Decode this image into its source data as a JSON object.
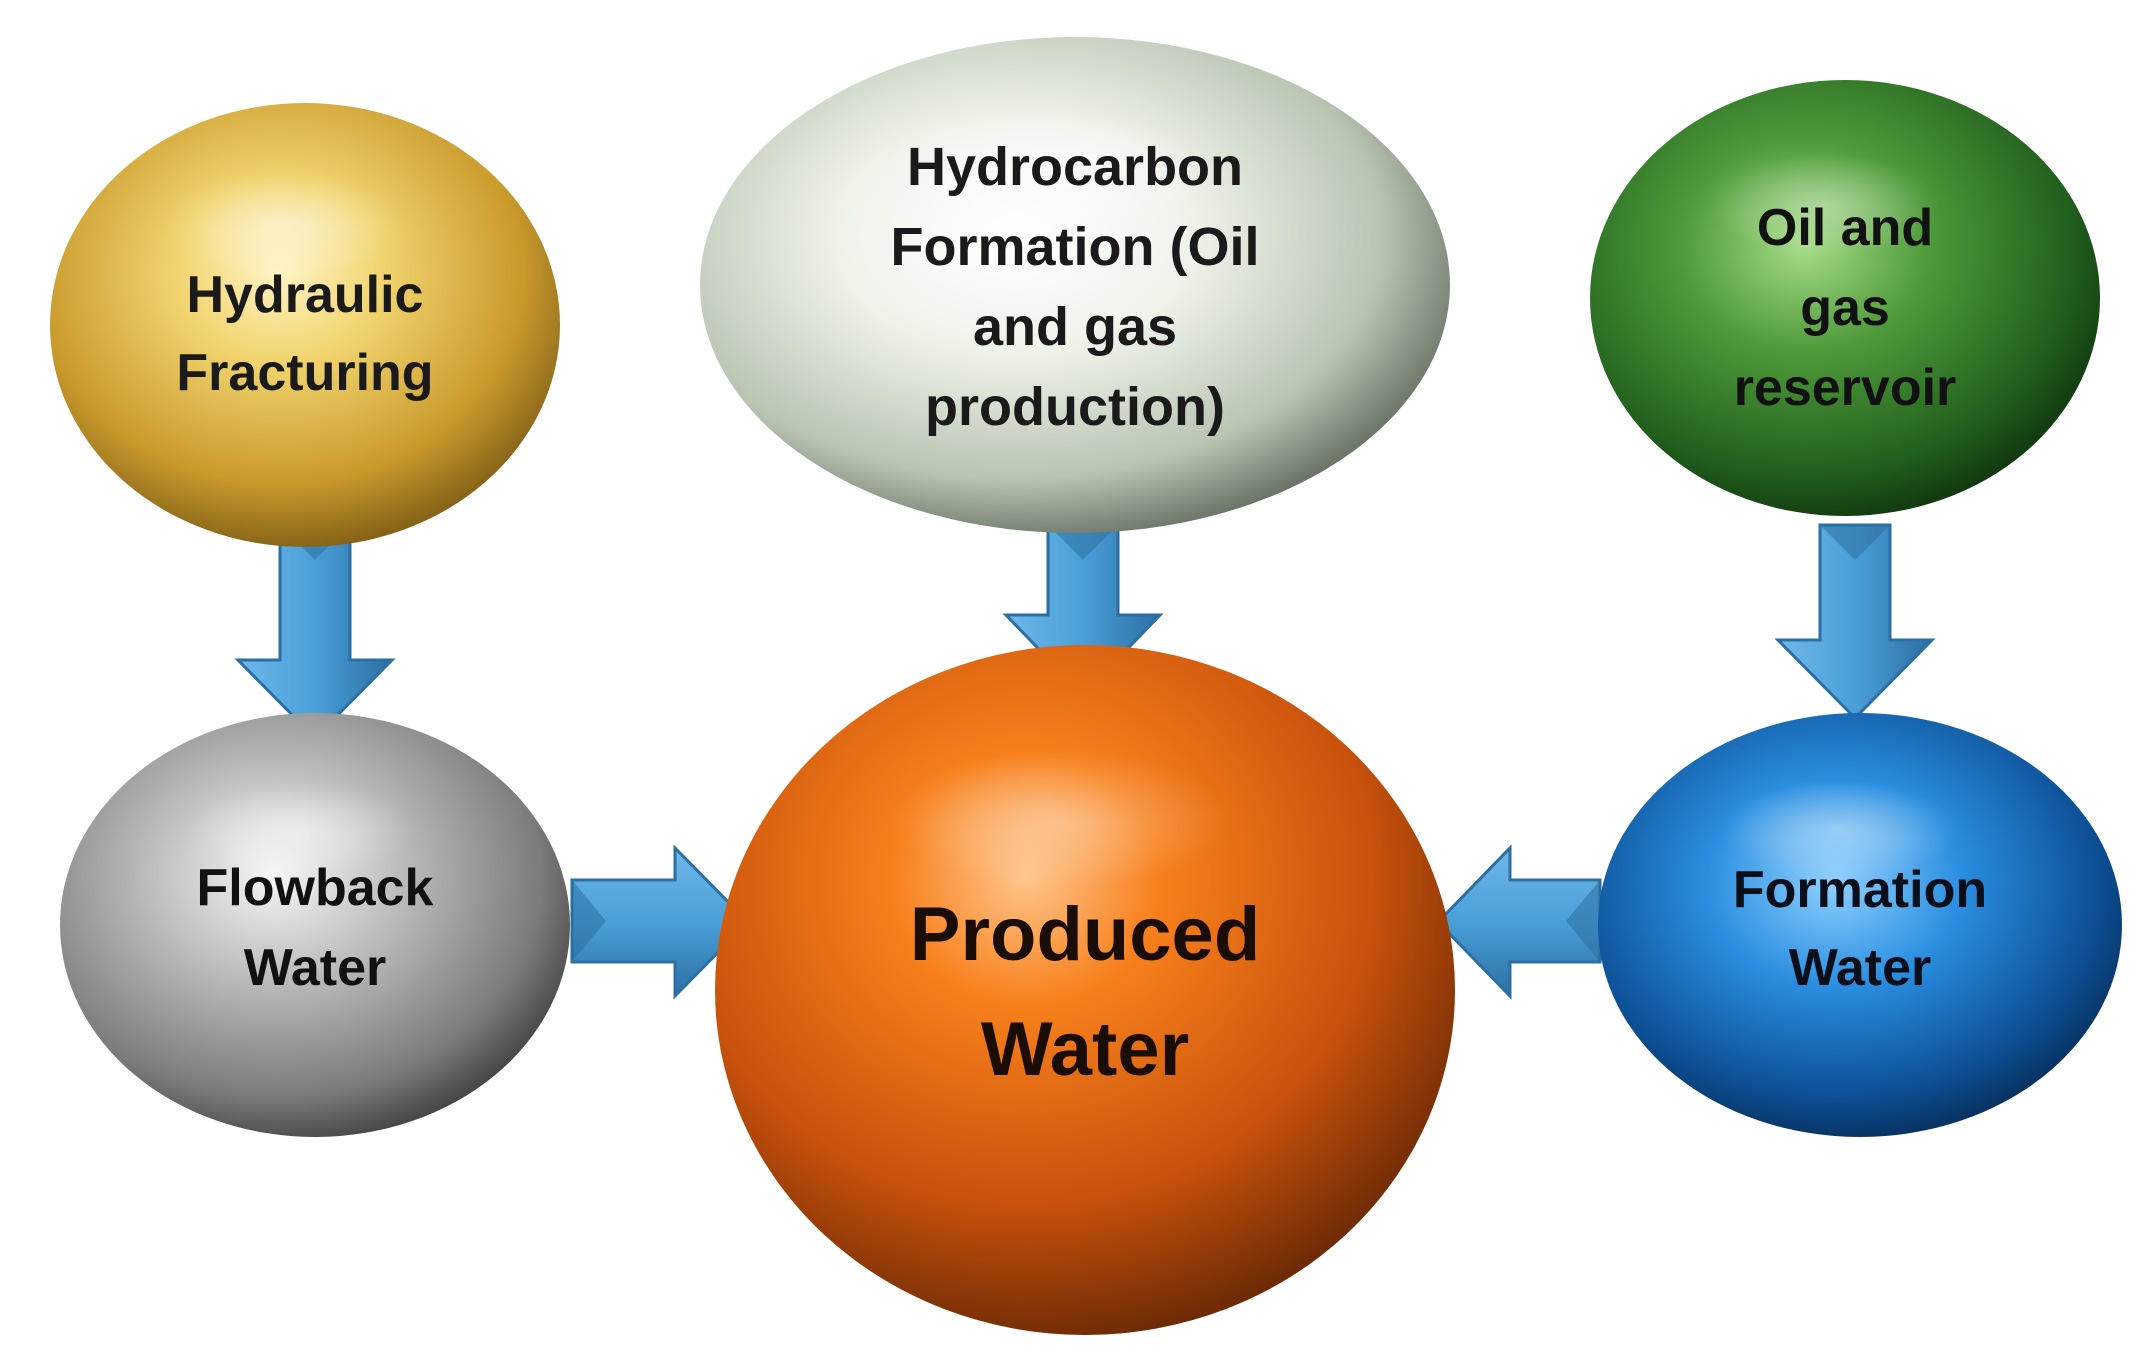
{
  "nodes": {
    "hydraulic_fracturing": {
      "lines": [
        "Hydraulic",
        "Fracturing"
      ],
      "color": "#d4ac3a"
    },
    "hydrocarbon_formation": {
      "lines": [
        "Hydrocarbon",
        "Formation (Oil",
        "and gas",
        "production)"
      ],
      "color": "#e6eee2"
    },
    "oil_gas_reservoir": {
      "lines": [
        "Oil and",
        "gas",
        "reservoir"
      ],
      "color": "#2e7d32"
    },
    "flowback_water": {
      "lines": [
        "Flowback",
        "Water"
      ],
      "color": "#9e9e9e"
    },
    "produced_water": {
      "lines": [
        "Produced",
        "Water"
      ],
      "color": "#e2620f"
    },
    "formation_water": {
      "lines": [
        "Formation",
        "Water"
      ],
      "color": "#1669b8"
    }
  },
  "arrow_color": "#4a9fd8"
}
